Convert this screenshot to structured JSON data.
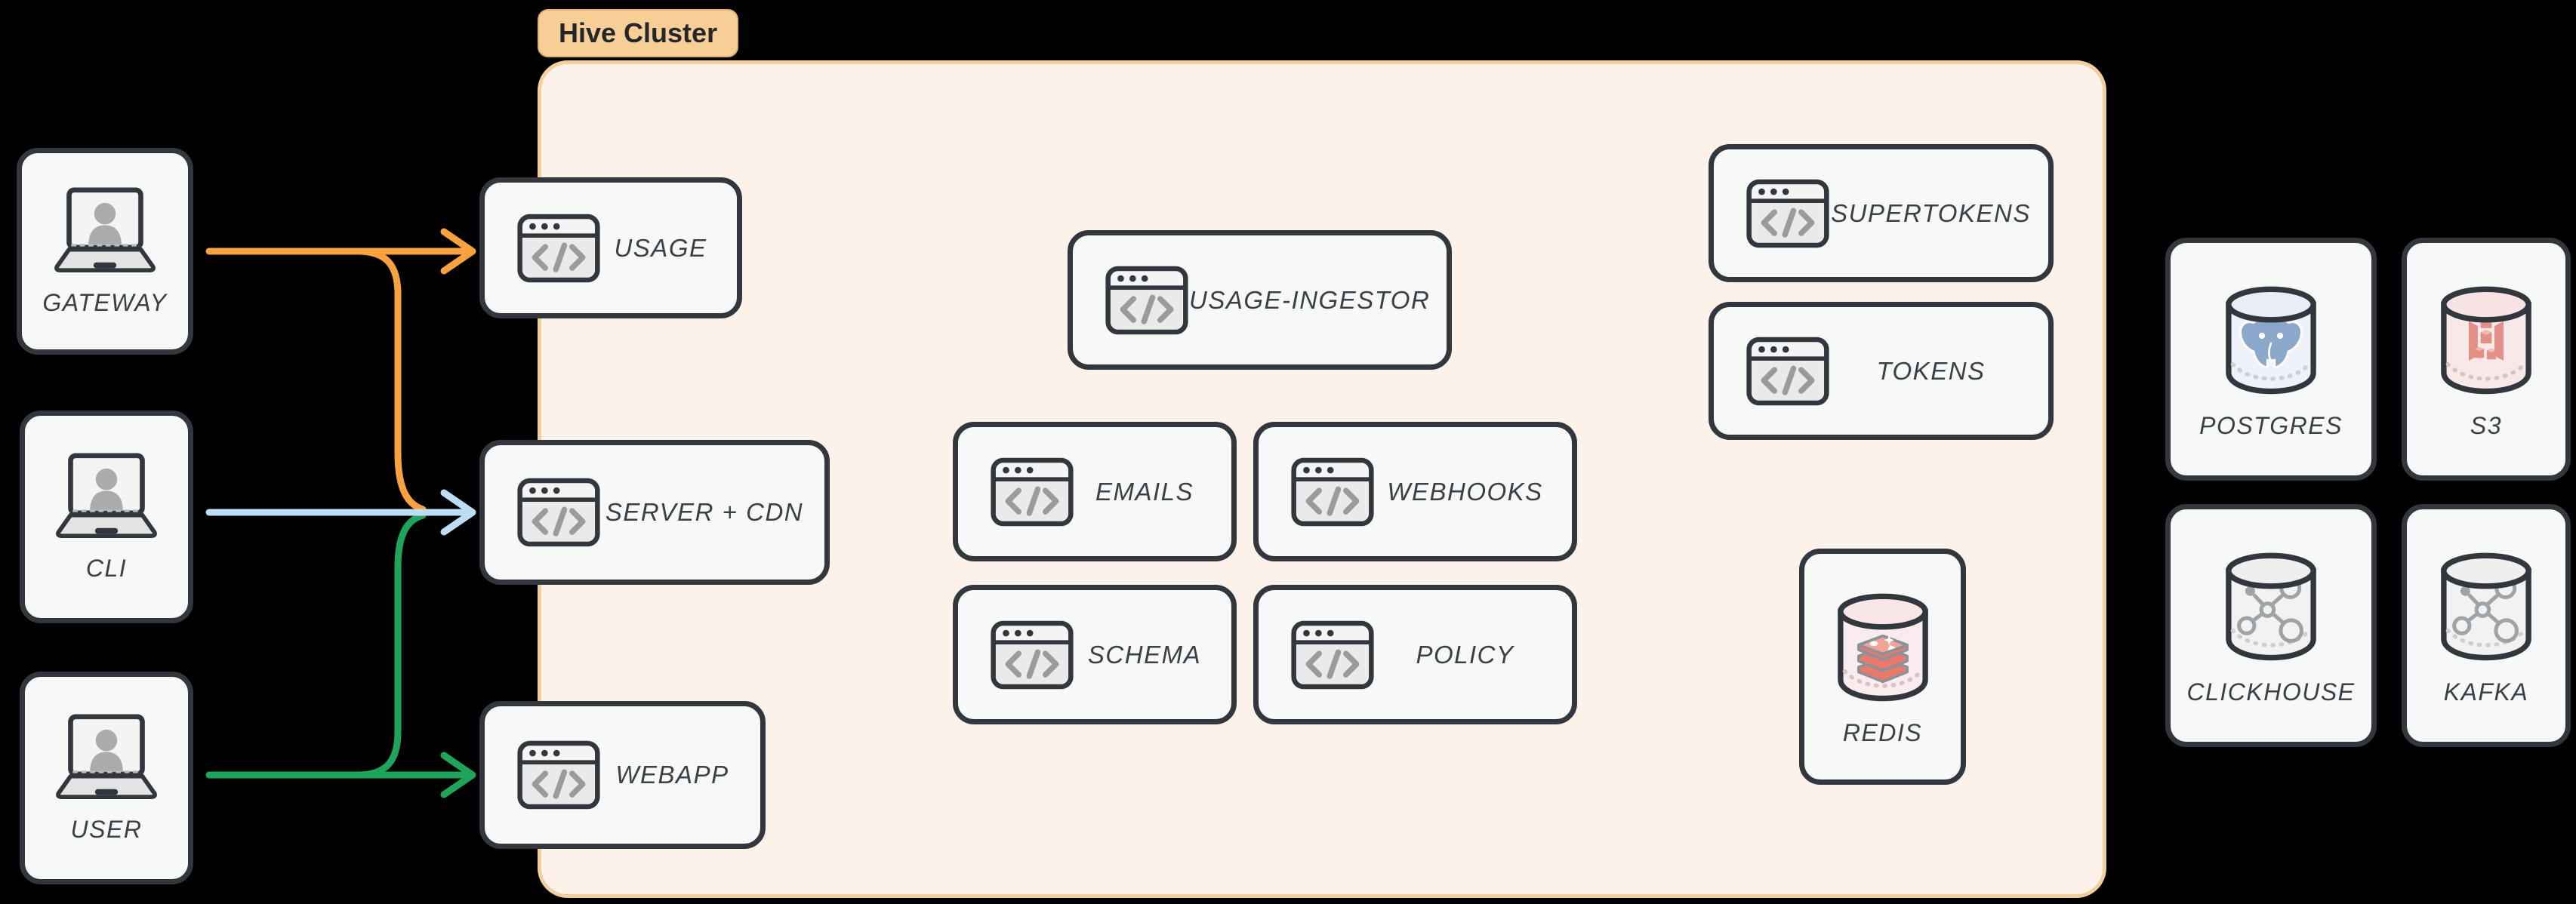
{
  "cluster": {
    "label": "Hive Cluster"
  },
  "clients": {
    "gateway": {
      "label": "GATEWAY",
      "icon": "laptop-user-icon"
    },
    "cli": {
      "label": "CLI",
      "icon": "laptop-user-icon"
    },
    "user": {
      "label": "USER",
      "icon": "laptop-user-icon"
    }
  },
  "services": {
    "usage": {
      "label": "USAGE",
      "icon": "code-window-icon"
    },
    "server_cdn": {
      "label": "SERVER + CDN",
      "icon": "code-window-icon"
    },
    "webapp": {
      "label": "WEBAPP",
      "icon": "code-window-icon"
    },
    "usage_ingestor": {
      "label": "USAGE-INGESTOR",
      "icon": "code-window-icon"
    },
    "emails": {
      "label": "EMAILS",
      "icon": "code-window-icon"
    },
    "webhooks": {
      "label": "WEBHOOKS",
      "icon": "code-window-icon"
    },
    "schema": {
      "label": "SCHEMA",
      "icon": "code-window-icon"
    },
    "policy": {
      "label": "POLICY",
      "icon": "code-window-icon"
    },
    "supertokens": {
      "label": "SUPERTOKENS",
      "icon": "code-window-icon"
    },
    "tokens": {
      "label": "TOKENS",
      "icon": "code-window-icon"
    }
  },
  "datastores": {
    "redis": {
      "label": "REDIS",
      "icon": "redis-database-icon"
    },
    "postgres": {
      "label": "POSTGRES",
      "icon": "postgres-database-icon"
    },
    "s3": {
      "label": "S3",
      "icon": "s3-database-icon"
    },
    "clickhouse": {
      "label": "CLICKHOUSE",
      "icon": "network-database-icon"
    },
    "kafka": {
      "label": "KAFKA",
      "icon": "network-database-icon"
    }
  },
  "edges": [
    {
      "from": "GATEWAY",
      "to": "USAGE",
      "color": "orange"
    },
    {
      "from": "GATEWAY",
      "to": "SERVER + CDN",
      "color": "orange"
    },
    {
      "from": "CLI",
      "to": "SERVER + CDN",
      "color": "blue"
    },
    {
      "from": "USER",
      "to": "SERVER + CDN",
      "color": "green"
    },
    {
      "from": "USER",
      "to": "WEBAPP",
      "color": "green"
    }
  ],
  "colors": {
    "background": "#000000",
    "node_border": "#32373D",
    "node_fill": "#F7F8F8",
    "node_label": "#3A4046",
    "icon_gray": "#9B9B9B",
    "cluster_fill": "#FDF2EA",
    "cluster_border": "#F4CF9E",
    "cluster_label_fill": "#F8CE97",
    "cluster_label_text": "#24262A",
    "arrow_orange": "#F9A13C",
    "arrow_blue": "#BDDDF5",
    "arrow_green": "#1EA55B"
  }
}
